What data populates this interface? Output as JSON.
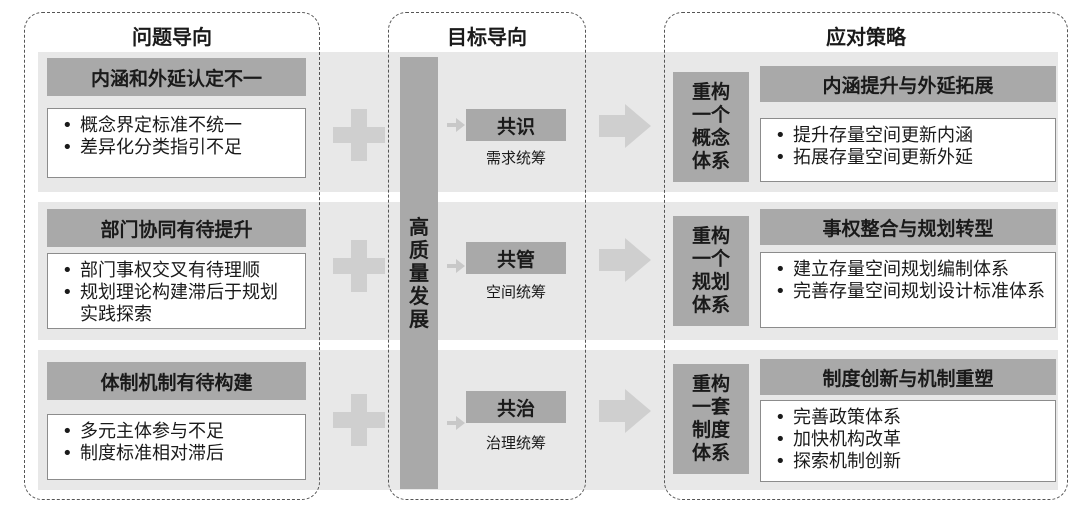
{
  "columns": {
    "problem": "问题导向",
    "goal": "目标导向",
    "strategy": "应对策略"
  },
  "center_bar": "高质量发展",
  "rows": [
    {
      "problem_title": "内涵和外延认定不一",
      "problem_items": [
        "概念界定标准不统一",
        "差异化分类指引不足"
      ],
      "goal_label": "共识",
      "goal_sub": "需求统筹",
      "rebuild": "重构一个概念体系",
      "strategy_title": "内涵提升与外延拓展",
      "strategy_items": [
        "提升存量空间更新内涵",
        "拓展存量空间更新外延"
      ]
    },
    {
      "problem_title": "部门协同有待提升",
      "problem_items": [
        "部门事权交叉有待理顺",
        "规划理论构建滞后于规划实践探索"
      ],
      "goal_label": "共管",
      "goal_sub": "空间统筹",
      "rebuild": "重构一个规划体系",
      "strategy_title": "事权整合与规划转型",
      "strategy_items": [
        "建立存量空间规划编制体系",
        "完善存量空间规划设计标准体系"
      ]
    },
    {
      "problem_title": "体制机制有待构建",
      "problem_items": [
        "多元主体参与不足",
        "制度标准相对滞后"
      ],
      "goal_label": "共治",
      "goal_sub": "治理统筹",
      "rebuild": "重构一套制度体系",
      "strategy_title": "制度创新与机制重塑",
      "strategy_items": [
        "完善政策体系",
        "加快机构改革",
        "探索机制创新"
      ]
    }
  ],
  "colors": {
    "band": "#e8e8e8",
    "dark_box": "#a9a9a9",
    "light_shape": "#cfcfcf",
    "frame": "#555555"
  },
  "icons": [
    "plus-icon",
    "small-arrow-icon",
    "big-arrow-icon"
  ]
}
